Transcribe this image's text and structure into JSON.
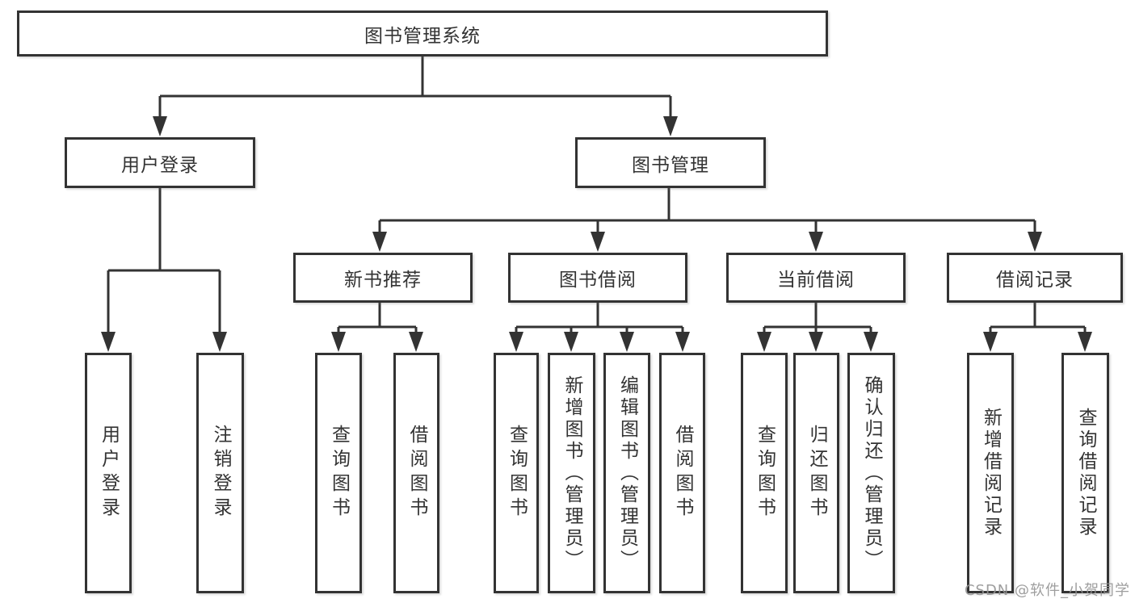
{
  "colors": {
    "line": "#333333",
    "text": "#333333",
    "box_fill": "#ffffff",
    "watermark": "#949494",
    "background": "#ffffff"
  },
  "watermark": "CSDN @软件_小贺同学",
  "tree": {
    "label": "图书管理系统",
    "children": [
      {
        "label": "用户登录",
        "children": [
          {
            "label": "用户登录"
          },
          {
            "label": "注销登录"
          }
        ]
      },
      {
        "label": "图书管理",
        "children": [
          {
            "label": "新书推荐",
            "children": [
              {
                "label": "查询图书"
              },
              {
                "label": "借阅图书"
              }
            ]
          },
          {
            "label": "图书借阅",
            "children": [
              {
                "label": "查询图书"
              },
              {
                "label": "新增图书（管理员）"
              },
              {
                "label": "编辑图书（管理员）"
              },
              {
                "label": "借阅图书"
              }
            ]
          },
          {
            "label": "当前借阅",
            "children": [
              {
                "label": "查询图书"
              },
              {
                "label": "归还图书"
              },
              {
                "label": "确认归还（管理员）"
              }
            ]
          },
          {
            "label": "借阅记录",
            "children": [
              {
                "label": "新增借阅记录"
              },
              {
                "label": "查询借阅记录"
              }
            ]
          }
        ]
      }
    ]
  }
}
